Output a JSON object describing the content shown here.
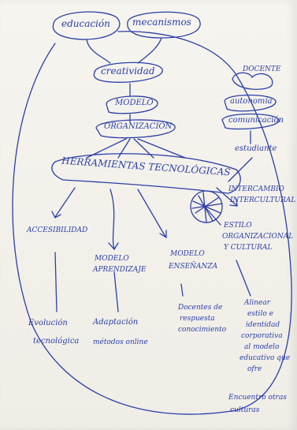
{
  "ink_color": "#2b3fa8",
  "paper_color": "#f6f4ee",
  "nodes": {
    "educacion": "educación",
    "mecanismos": "mecanismos",
    "creatividad": "creatividad",
    "modelo": "MODELO",
    "organizacion": "ORGANIZACIÓN",
    "herramientas": "HERRAMIENTAS TECNOLÓGICAS",
    "docente": "DOCENTE",
    "autonomia": "autonomía",
    "comunicacion": "comunicación",
    "estudiante": "estudiante",
    "intercambio": "INTERCAMBIO",
    "intercultural": "INTERCULTURAL",
    "estilo": "ESTILO",
    "estilo_org": "ORGANIZACIONAL",
    "estilo_cult": "Y CULTURAL",
    "accesibilidad": "ACCESIBILIDAD",
    "modelo_aprendizaje_1": "MODELO",
    "modelo_aprendizaje_2": "APRENDIZAJE",
    "modelo_ensenanza_1": "MODELO",
    "modelo_ensenanza_2": "ENSEÑANZA",
    "evolucion_1": "Evolución",
    "evolucion_2": "tecnológica",
    "adaptacion_1": "Adaptación",
    "adaptacion_2": "métodos online",
    "docentes_1": "Docentes de",
    "docentes_2": "respuesta",
    "docentes_3": "conocimiento",
    "alinear_1": "Alinear",
    "alinear_2": "estilo e",
    "alinear_3": "identidad",
    "alinear_4": "corporativa",
    "alinear_5": "al modelo",
    "alinear_6": "educativo que",
    "alinear_7": "ofre",
    "bottom_1": "Encuentro otras",
    "bottom_2": "culturas"
  }
}
